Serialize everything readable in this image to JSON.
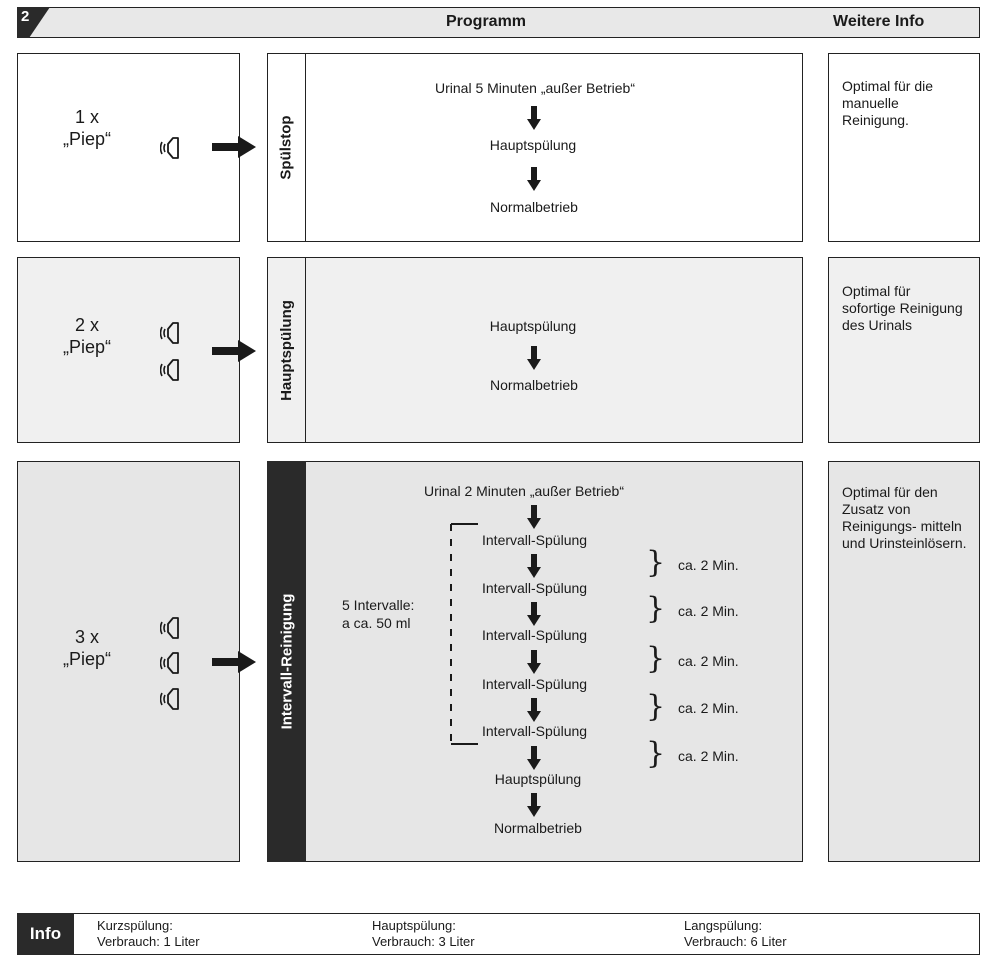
{
  "header": {
    "number": "2",
    "program": "Programm",
    "info": "Weitere Info"
  },
  "rows": [
    {
      "count": "1 x",
      "piep": "„Piep“",
      "speakers": 1,
      "program_name": "Spülstop",
      "steps": [
        "Urinal 5 Minuten „außer Betrieb“",
        "Hauptspülung",
        "Normalbetrieb"
      ],
      "info": "Optimal für die manuelle Reinigung."
    },
    {
      "count": "2 x",
      "piep": "„Piep“",
      "speakers": 2,
      "program_name": "Hauptspülung",
      "steps": [
        "Hauptspülung",
        "Normalbetrieb"
      ],
      "info": "Optimal für sofortige Reinigung des Urinals"
    },
    {
      "count": "3 x",
      "piep": "„Piep“",
      "speakers": 3,
      "program_name": "Intervall-Reinigung",
      "top_step": "Urinal 2 Minuten „außer Betrieb“",
      "interval_steps": [
        "Intervall-Spülung",
        "Intervall-Spülung",
        "Intervall-Spülung",
        "Intervall-Spülung",
        "Intervall-Spülung"
      ],
      "after_steps": [
        "Hauptspülung",
        "Normalbetrieb"
      ],
      "bracket_label_1": "5 Intervalle:",
      "bracket_label_2": "a ca. 50 ml",
      "durations": [
        "ca. 2 Min.",
        "ca. 2 Min.",
        "ca. 2 Min.",
        "ca. 2 Min.",
        "ca. 2 Min."
      ],
      "info": "Optimal für den Zusatz von Reinigungs- mitteln und Urinsteinlösern."
    }
  ],
  "footer": {
    "label": "Info",
    "items": [
      {
        "name": "Kurzspülung:",
        "usage": "Verbrauch: 1 Liter"
      },
      {
        "name": "Hauptspülung:",
        "usage": "Verbrauch: 3 Liter"
      },
      {
        "name": "Langspülung:",
        "usage": "Verbrauch: 6 Liter"
      }
    ]
  },
  "colors": {
    "dark": "#2a2a2a",
    "grey1": "#f0f0f0",
    "grey2": "#e6e6e6"
  },
  "icons": [
    "speaker-icon",
    "arrow-right-icon",
    "arrow-down-icon"
  ]
}
